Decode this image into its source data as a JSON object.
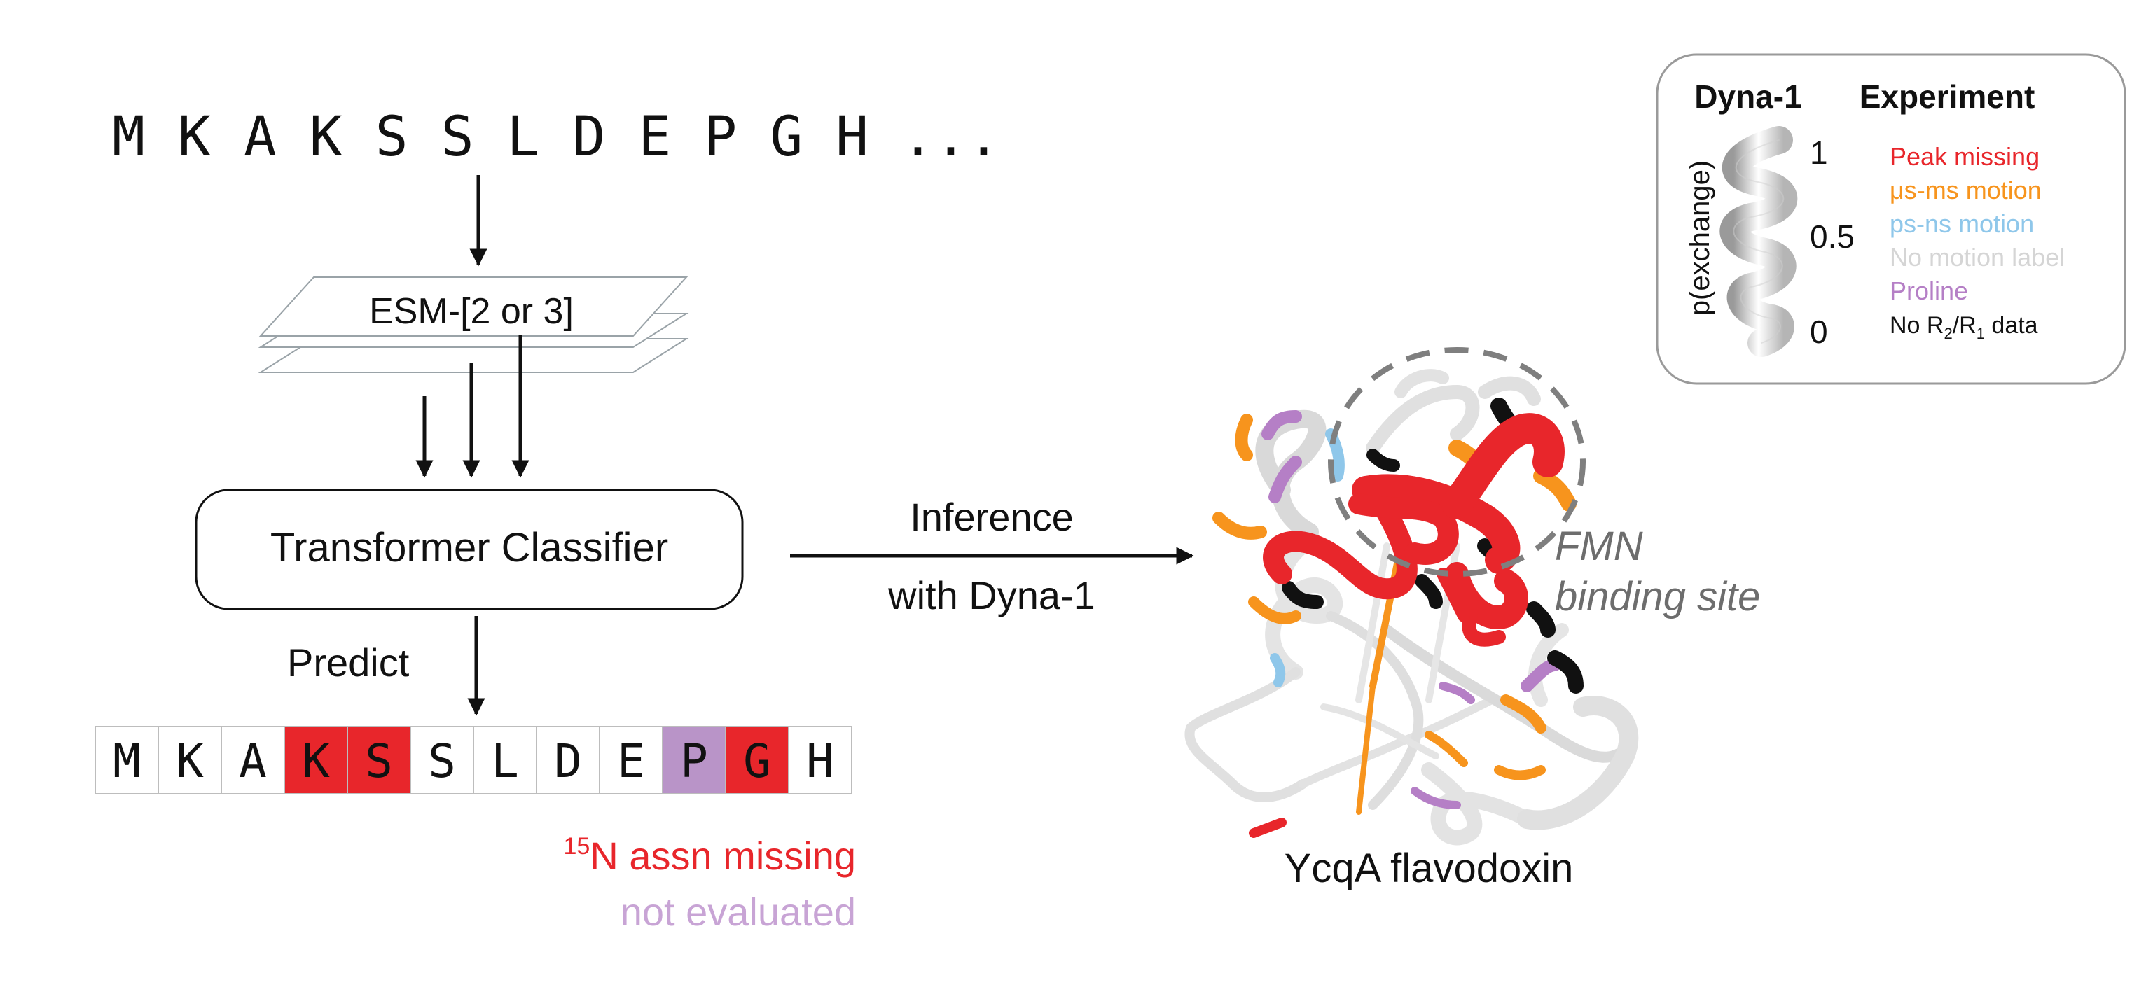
{
  "sequence": {
    "top": "M K A K S S L D E P G H ...",
    "cells": [
      {
        "letter": "M",
        "status": "none"
      },
      {
        "letter": "K",
        "status": "none"
      },
      {
        "letter": "A",
        "status": "none"
      },
      {
        "letter": "K",
        "status": "missing"
      },
      {
        "letter": "S",
        "status": "missing"
      },
      {
        "letter": "S",
        "status": "none"
      },
      {
        "letter": "L",
        "status": "none"
      },
      {
        "letter": "D",
        "status": "none"
      },
      {
        "letter": "E",
        "status": "none"
      },
      {
        "letter": "P",
        "status": "proline"
      },
      {
        "letter": "G",
        "status": "missing"
      },
      {
        "letter": "H",
        "status": "none"
      }
    ]
  },
  "model": {
    "esm_label": "ESM-[2 or 3]",
    "classifier_label": "Transformer Classifier",
    "predict_label": "Predict"
  },
  "inference": {
    "line1": "Inference",
    "line2": "with Dyna-1"
  },
  "bottom_legend": {
    "missing_sup": "15",
    "missing_text": "N assn missing",
    "not_evaluated": "not evaluated"
  },
  "protein": {
    "name": "YcqA flavodoxin",
    "site_line1": "FMN",
    "site_line2": "binding site"
  },
  "legend_box": {
    "col1": "Dyna-1",
    "col2": "Experiment",
    "axis_label": "p(exchange)",
    "tick_1": "1",
    "tick_05": "0.5",
    "tick_0": "0",
    "items": [
      {
        "label": "Peak missing",
        "color": "#e8262b"
      },
      {
        "label": "μs-ms motion",
        "color": "#f7941d"
      },
      {
        "label": "ps-ns motion",
        "color": "#8fc7ea"
      },
      {
        "label": "No motion label",
        "color": "#d5d5d5"
      },
      {
        "label": "Proline",
        "color": "#b57fc6"
      }
    ],
    "no_data_prefix": "No R",
    "no_data_sub1": "2",
    "no_data_mid": "/R",
    "no_data_sub2": "1",
    "no_data_suffix": " data"
  },
  "colors": {
    "missing": "#e8262b",
    "proline": "#b994c8",
    "black": "#111111",
    "gray_text": "#6d6d6d"
  }
}
